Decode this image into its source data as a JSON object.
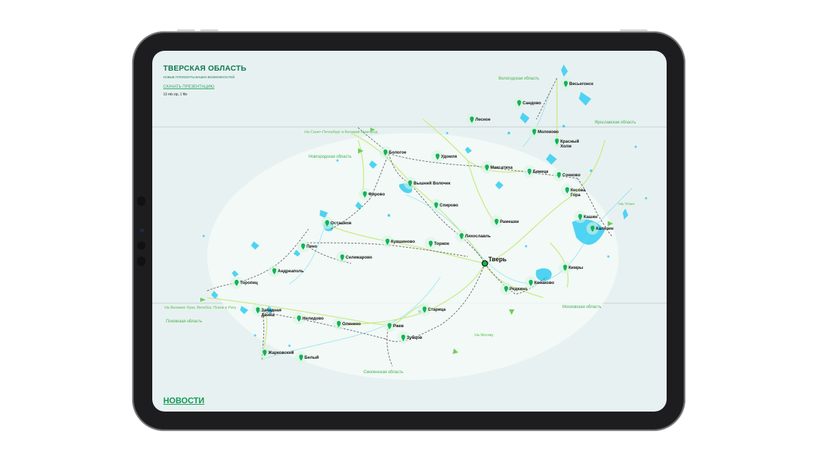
{
  "screen": {
    "title": "ТВЕРСКАЯ ОБЛАСТЬ",
    "subtitle": "НОВЫЕ ГОРИЗОНТЫ ВАШИХ ВОЗМОЖНОСТЕЙ",
    "download_label": "СКАЧАТЬ ПРЕЗЕНТАЦИЮ",
    "file_size": "13 mb zip, 1 file",
    "news_label": "НОВОСТИ"
  },
  "colors": {
    "accent": "#0f9a52",
    "title": "#0c7a4e",
    "marker": "#12b356",
    "water": "#4fd3f2",
    "road": "#c8ea82",
    "rail": "#6b6b6b",
    "screen_bg": "#e8f1f1"
  },
  "map": {
    "capital": "Тверь",
    "cities": [
      "Весьегонск",
      "Сандово",
      "Лесное",
      "Молоково",
      "Красный Холм",
      "Кесова Гора",
      "Бологое",
      "Удомля",
      "Максатиха",
      "Бежецк",
      "Сонково",
      "Вышний Волочек",
      "Фирово",
      "Спирово",
      "Рамешки",
      "Кашин",
      "Калязин",
      "Осташков",
      "Пено",
      "Кувшиново",
      "Торжок",
      "Лихославль",
      "Селижарово",
      "Андреаполь",
      "Торопец",
      "Кимры",
      "Конаково",
      "Редкино",
      "Западная Двина",
      "Нелидово",
      "Оленино",
      "Ржев",
      "Старица",
      "Зубцов",
      "Жарковский",
      "Белый"
    ],
    "regions": [
      "Вологодская область",
      "Ярославская область",
      "Новгородская область",
      "Московская область",
      "Псковская область",
      "Смоленская область"
    ],
    "directions": [
      "На Санкт-Петербург и Великий Новгород",
      "На Углич",
      "На Москву",
      "На Великие Луки, Витебск, Псков и Ригу"
    ]
  }
}
